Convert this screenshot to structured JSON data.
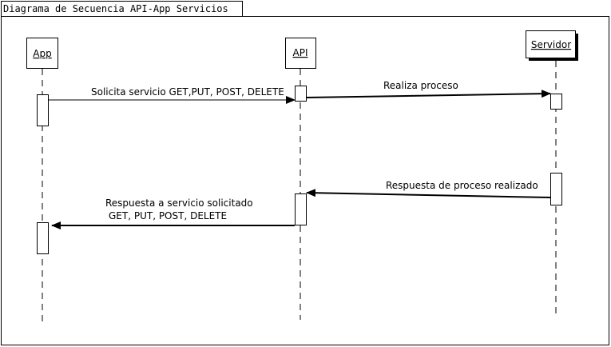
{
  "frame": {
    "title": "Diagrama de Secuencia API-App Servicios"
  },
  "participants": {
    "app": "App",
    "api": "API",
    "servidor": "Servidor"
  },
  "messages": {
    "m1": "Solicita servicio GET,PUT, POST, DELETE",
    "m2": "Realiza proceso",
    "m3": "Respuesta de proceso realizado",
    "m4_line1": "Respuesta a servicio solicitado",
    "m4_line2": "GET, PUT, POST, DELETE"
  },
  "colors": {
    "stroke": "#000000",
    "background": "#ffffff"
  }
}
